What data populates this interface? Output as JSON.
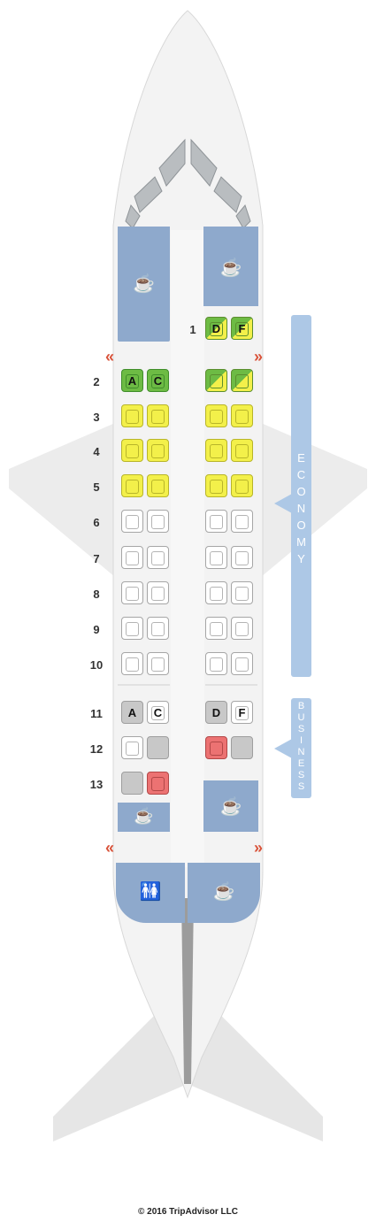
{
  "colors": {
    "fuselage": "#f2f2f2",
    "galley": "#8ea9cc",
    "cabin_bar": "#adc8e6",
    "exit_marker": "#d9533a",
    "seat_green": "#6dbb44",
    "seat_yellow": "#f3f04a",
    "seat_white": "#ffffff",
    "seat_gray": "#c8c8c8",
    "seat_red": "#ec7272"
  },
  "cabins": {
    "economy_label": "ECONOMY",
    "business_label": "BUSINESS"
  },
  "icons": {
    "galley": "coffee-cup-icon",
    "lavatory": "restroom-icon",
    "exit_left": "exit-left-chevron-icon",
    "exit_right": "exit-right-chevron-icon"
  },
  "rows": [
    {
      "label": "1",
      "left": [],
      "right": [
        {
          "status": "mixed",
          "letter": "D"
        },
        {
          "status": "mixed",
          "letter": "F"
        }
      ]
    },
    {
      "label": "2",
      "left": [
        {
          "status": "green",
          "letter": "A"
        },
        {
          "status": "green",
          "letter": "C"
        }
      ],
      "right": [
        {
          "status": "mixed",
          "letter": ""
        },
        {
          "status": "mixed",
          "letter": ""
        }
      ]
    },
    {
      "label": "3",
      "left": [
        {
          "status": "yellow",
          "letter": ""
        },
        {
          "status": "yellow",
          "letter": ""
        }
      ],
      "right": [
        {
          "status": "yellow",
          "letter": ""
        },
        {
          "status": "yellow",
          "letter": ""
        }
      ]
    },
    {
      "label": "4",
      "left": [
        {
          "status": "yellow",
          "letter": ""
        },
        {
          "status": "yellow",
          "letter": ""
        }
      ],
      "right": [
        {
          "status": "yellow",
          "letter": ""
        },
        {
          "status": "yellow",
          "letter": ""
        }
      ]
    },
    {
      "label": "5",
      "left": [
        {
          "status": "yellow",
          "letter": ""
        },
        {
          "status": "yellow",
          "letter": ""
        }
      ],
      "right": [
        {
          "status": "yellow",
          "letter": ""
        },
        {
          "status": "yellow",
          "letter": ""
        }
      ]
    },
    {
      "label": "6",
      "left": [
        {
          "status": "white",
          "letter": ""
        },
        {
          "status": "white",
          "letter": ""
        }
      ],
      "right": [
        {
          "status": "white",
          "letter": ""
        },
        {
          "status": "white",
          "letter": ""
        }
      ]
    },
    {
      "label": "7",
      "left": [
        {
          "status": "white",
          "letter": ""
        },
        {
          "status": "white",
          "letter": ""
        }
      ],
      "right": [
        {
          "status": "white",
          "letter": ""
        },
        {
          "status": "white",
          "letter": ""
        }
      ]
    },
    {
      "label": "8",
      "left": [
        {
          "status": "white",
          "letter": ""
        },
        {
          "status": "white",
          "letter": ""
        }
      ],
      "right": [
        {
          "status": "white",
          "letter": ""
        },
        {
          "status": "white",
          "letter": ""
        }
      ]
    },
    {
      "label": "9",
      "left": [
        {
          "status": "white",
          "letter": ""
        },
        {
          "status": "white",
          "letter": ""
        }
      ],
      "right": [
        {
          "status": "white",
          "letter": ""
        },
        {
          "status": "white",
          "letter": ""
        }
      ]
    },
    {
      "label": "10",
      "left": [
        {
          "status": "white",
          "letter": ""
        },
        {
          "status": "white",
          "letter": ""
        }
      ],
      "right": [
        {
          "status": "white",
          "letter": ""
        },
        {
          "status": "white",
          "letter": ""
        }
      ]
    },
    {
      "label": "11",
      "left": [
        {
          "status": "gray",
          "letter": "A"
        },
        {
          "status": "white",
          "letter": "C"
        }
      ],
      "right": [
        {
          "status": "gray",
          "letter": "D"
        },
        {
          "status": "white",
          "letter": "F"
        }
      ]
    },
    {
      "label": "12",
      "left": [
        {
          "status": "white",
          "letter": ""
        },
        {
          "status": "gray",
          "letter": ""
        }
      ],
      "right": [
        {
          "status": "red",
          "letter": ""
        },
        {
          "status": "gray",
          "letter": ""
        }
      ]
    },
    {
      "label": "13",
      "left": [
        {
          "status": "gray",
          "letter": ""
        },
        {
          "status": "red",
          "letter": ""
        }
      ],
      "right": []
    }
  ],
  "footer": {
    "copyright": "© 2016 TripAdvisor LLC"
  }
}
